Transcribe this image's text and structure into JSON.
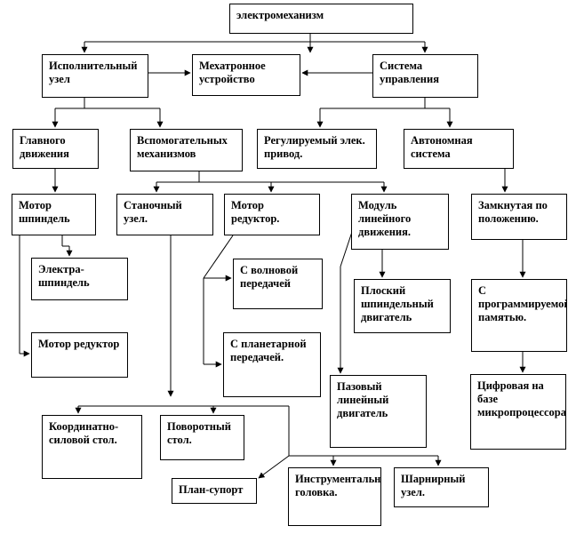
{
  "boxes": {
    "root": "электромеханизм",
    "exec": "Исполнительный узел",
    "mech": "Мехатронное устройство",
    "ctrl": "Система управления",
    "main": "Главного движения",
    "aux": "Вспомогательных механизмов",
    "reg": "Регулируемый элек. привод.",
    "auto": "Автономная система",
    "spindle": "Мотор шпиндель",
    "lathe": "Станочный узел.",
    "motorred": "Мотор редуктор.",
    "linmod": "Модуль линейного движения.",
    "closed": "Замкнутая по положению.",
    "espindle": "Электра-шпиндель",
    "wave": "С волновой передачей",
    "flat": "Плоский шпиндельный двигатель",
    "prog": "С программируемой памятью.",
    "motred2": "Мотор редуктор",
    "planet": "С планетарной передачей.",
    "groove": "Пазовый линейный двигатель",
    "digital": "Цифровая на базе микропроцессора.",
    "coord": "Координатно-силовой стол.",
    "rotary": "Поворотный стол.",
    "plan": "План-супорт",
    "tool": "Инструментальная головка.",
    "hinge": "Шарнирный узел."
  }
}
